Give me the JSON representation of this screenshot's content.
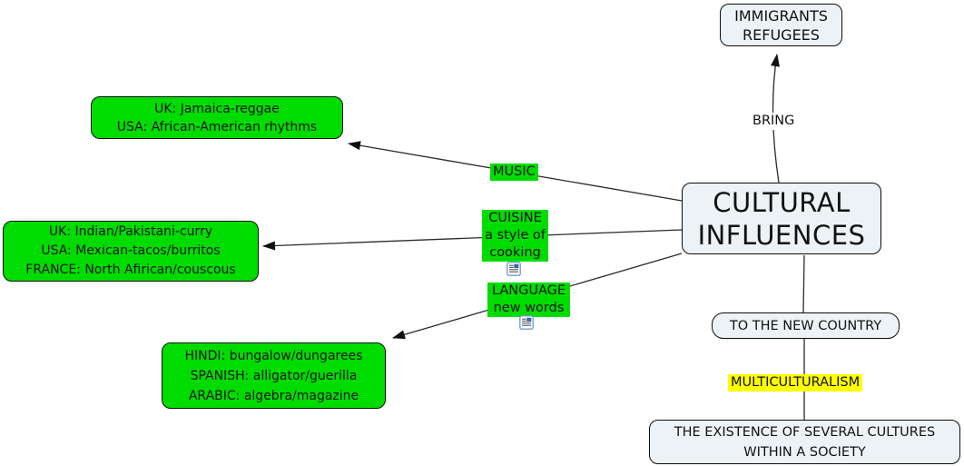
{
  "title": "Cultural influences concept map",
  "colors": {
    "node_background": "#edf2f6",
    "node_border": "#0d0d0d",
    "label_green": "#00dc00",
    "highlight_yellow": "#ffff00",
    "line_color": "#2b2b2b",
    "page_background": "#ffffff"
  },
  "nodes": {
    "immigrants": {
      "lines": [
        "IMMIGRANTS",
        "REFUGEES"
      ]
    },
    "cultural": {
      "lines": [
        "CULTURAL",
        "INFLUENCES"
      ]
    },
    "to_new_country": {
      "label": "TO THE NEW COUNTRY"
    },
    "existence": {
      "lines": [
        "THE EXISTENCE OF SEVERAL CULTURES",
        "WITHIN A SOCIETY"
      ]
    },
    "music_examples": {
      "lines": [
        "UK: Jamaica-reggae",
        "USA: African-American rhythms"
      ]
    },
    "cuisine_examples": {
      "lines": [
        "UK: Indian/Pakistani-curry",
        "USA: Mexican-tacos/burritos",
        "FRANCE: North Afirican/couscous"
      ]
    },
    "language_examples": {
      "lines": [
        "HINDI: bungalow/dungarees",
        "SPANISH: alligator/guerilla",
        "ARABIC: algebra/magazine"
      ]
    }
  },
  "links": {
    "bring": {
      "label": "BRING"
    },
    "music": {
      "label": "MUSIC"
    },
    "cuisine": {
      "lines": [
        "CUISINE",
        "a style of",
        "cooking"
      ]
    },
    "language": {
      "lines": [
        "LANGUAGE",
        "new words"
      ]
    },
    "multiculturalism": {
      "label": "MULTICULTURALISM"
    }
  },
  "icons": {
    "cuisine_resource": "document-resource-icon",
    "language_resource": "document-resource-icon"
  }
}
